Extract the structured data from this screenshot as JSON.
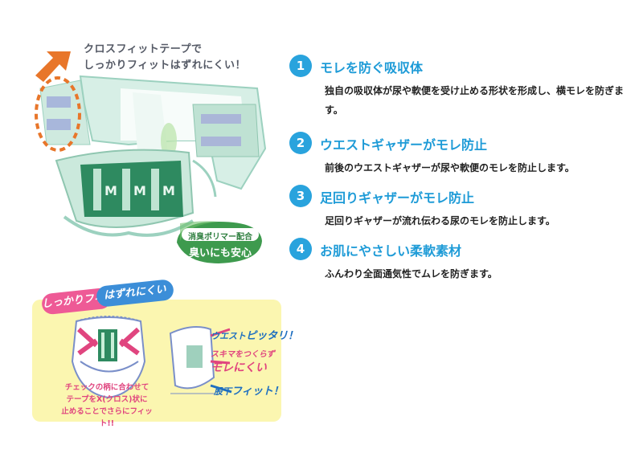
{
  "product": {
    "cross_fit_caption_line1": "クロスフィットテープで",
    "cross_fit_caption_line2": "しっかりフィットはずれにくい！",
    "waist_letter": "M",
    "deodorant_badge_line1": "消臭ポリマー配合",
    "deodorant_badge_line2": "臭いにも安心"
  },
  "features": [
    {
      "number": "1",
      "title": "モレを防ぐ吸収体",
      "description": "独自の吸収体が尿や軟便を受け止める形状を形成し、横モレを防ぎます。"
    },
    {
      "number": "2",
      "title": "ウエストギャザーがモレ防止",
      "description": "前後のウエストギャザーが尿や軟便のモレを防止します。"
    },
    {
      "number": "3",
      "title": "足回りギャザーがモレ防止",
      "description": "足回りギャザーが流れ伝わる尿のモレを防止します。"
    },
    {
      "number": "4",
      "title": "お肌にやさしい柔軟素材",
      "description": "ふんわり全面通気性でムレを防ぎます。"
    }
  ],
  "fit_panel": {
    "pill_fit": "しっかりフィット",
    "pill_secure": "はずれにくい",
    "caption_line1": "チェックの柄に合わせて",
    "caption_line2": "テープをX(クロス)状に",
    "caption_line3": "止めることでさらにフィット!!",
    "waist_small": "ウエスト",
    "waist_big": "ピッタリ！",
    "gap_small": "スキマをつくらず",
    "gap_big": "モレにくい",
    "leg_small": "股下",
    "leg_big": "フィット！"
  },
  "colors": {
    "accent_blue": "#29a3dd",
    "title_blue": "#1e9bd7",
    "orange": "#e8762a",
    "green": "#2e8a60",
    "pink": "#ee5a96",
    "panel_yellow": "#fbf6b0"
  }
}
